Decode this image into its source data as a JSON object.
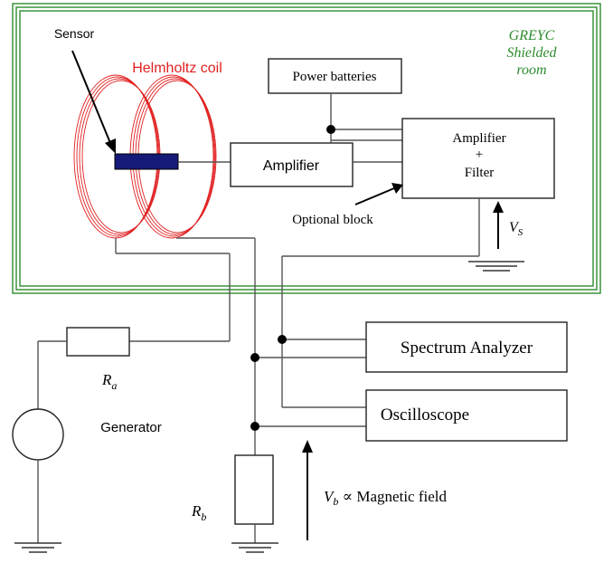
{
  "room": {
    "line1": "GREYC",
    "line2": "Shielded",
    "line3": "room",
    "color": "#2e8b2e"
  },
  "labels": {
    "sensor": "Sensor",
    "coil": "Helmholtz coil",
    "coil_color": "#e02020",
    "power": "Power batteries",
    "amplifier": "Amplifier",
    "amp_filter_1": "Amplifier",
    "amp_filter_2": "+",
    "amp_filter_3": "Filter",
    "optional": "Optional block",
    "vs": "V",
    "vs_sub": "S",
    "spectrum": "Spectrum Analyzer",
    "oscilloscope": "Oscilloscope",
    "ra": "R",
    "ra_sub": "a",
    "rb": "R",
    "rb_sub": "b",
    "generator": "Generator",
    "vb": "V",
    "vb_sub": "b",
    "vb_rest": " ∝ Magnetic field"
  },
  "icons": {
    "sensor": "sensor-bar-icon",
    "ground": "ground-icon",
    "arrow": "arrow-icon"
  }
}
